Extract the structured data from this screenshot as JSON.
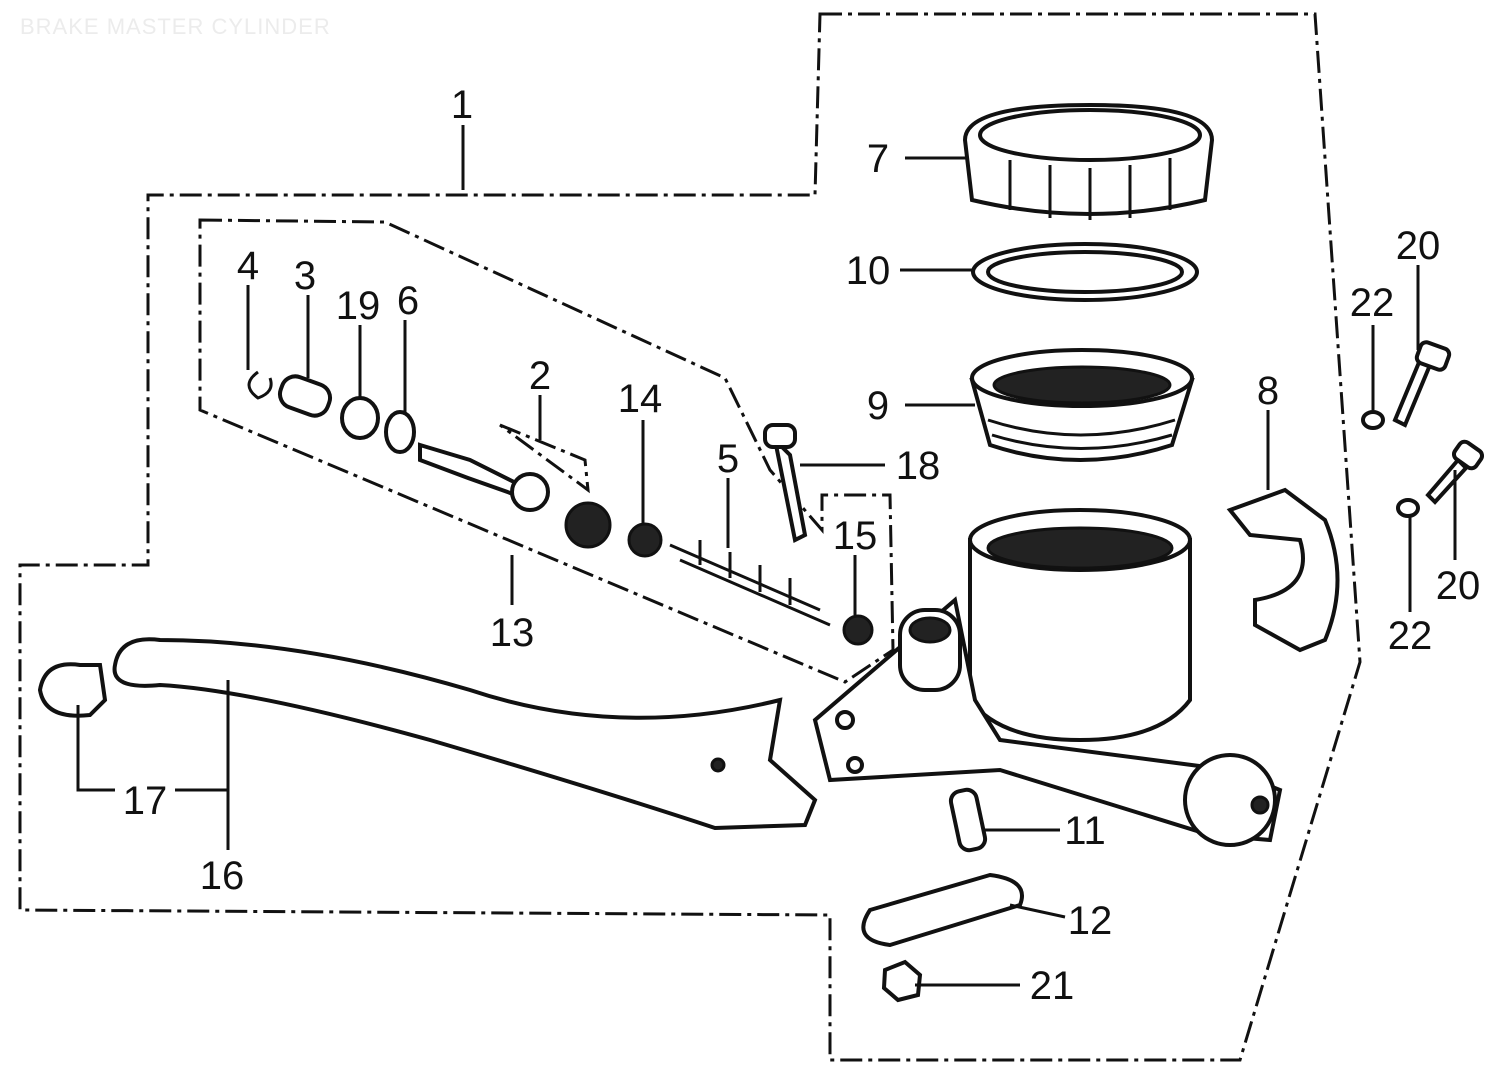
{
  "title": "BRAKE MASTER CYLINDER",
  "labels": {
    "p1": "1",
    "p2": "2",
    "p3": "3",
    "p4": "4",
    "p5": "5",
    "p6": "6",
    "p7": "7",
    "p8": "8",
    "p9": "9",
    "p10": "10",
    "p11": "11",
    "p12": "12",
    "p13": "13",
    "p14": "14",
    "p15": "15",
    "p16": "16",
    "p17": "17",
    "p18": "18",
    "p19": "19",
    "p20a": "20",
    "p20b": "20",
    "p21": "21",
    "p22a": "22",
    "p22b": "22"
  }
}
